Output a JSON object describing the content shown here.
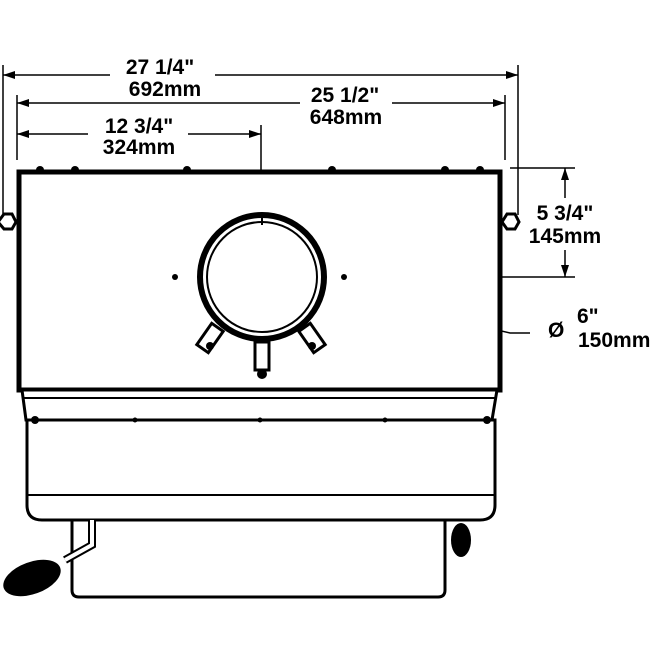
{
  "dimensions": {
    "overall_width": {
      "imperial": "27 1/4\"",
      "metric": "692mm"
    },
    "body_width": {
      "imperial": "25 1/2\"",
      "metric": "648mm"
    },
    "flue_center_from_left": {
      "imperial": "12 3/4\"",
      "metric": "324mm"
    },
    "flue_center_from_top": {
      "imperial": "5 3/4\"",
      "metric": "145mm"
    },
    "flue_diameter": {
      "symbol": "Ø",
      "imperial": "6\"",
      "metric": "150mm"
    }
  }
}
